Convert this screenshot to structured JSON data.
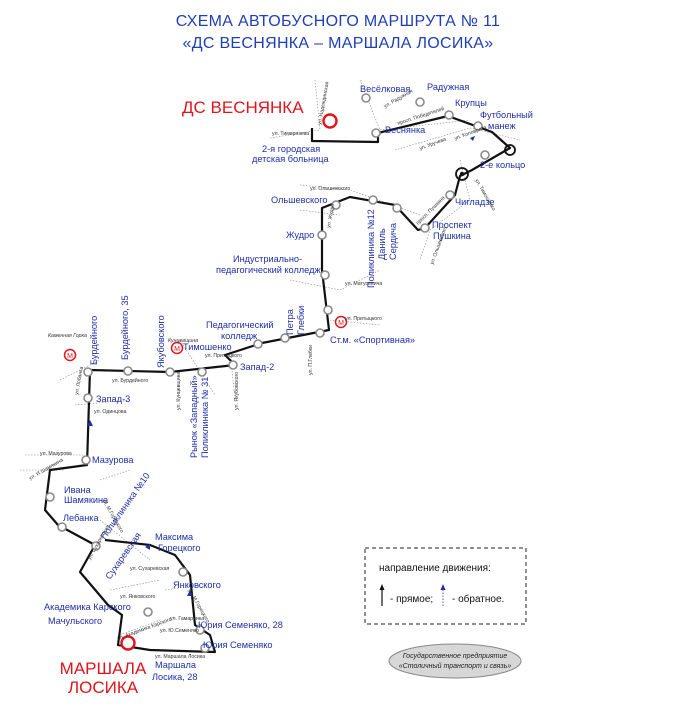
{
  "title": {
    "line1": "СХЕМА АВТОБУСНОГО МАРШРУТА № 11",
    "line2": "«ДС ВЕСНЯНКА – МАРШАЛА ЛОСИКА»"
  },
  "terminals": {
    "start": "ДС ВЕСНЯНКА",
    "end_line1": "МАРШАЛА",
    "end_line2": "ЛОСИКА"
  },
  "stops": {
    "veselkovaya": "Весёлковая",
    "raduzhnaya": "Радужная",
    "kruptsy": "Крупцы",
    "futbolny_1": "Футбольный",
    "futbolny_2": "манеж",
    "vesnyanka": "Веснянка",
    "hospital_1": "2-я городская",
    "hospital_2": "детская больница",
    "koltso": "2-е кольцо",
    "chigladze": "Чигладзе",
    "pushkina_1": "Проспект",
    "pushkina_2": "Пушкина",
    "olshevskogo": "Ольшевского",
    "zhudro": "Жудро",
    "serdicha_1": "Даниль",
    "serdicha_2": "Сердича",
    "poliklinika12": "Поликлиника №12",
    "college_ind_1": "Индустриально-",
    "college_ind_2": "педагогический колледж",
    "sportivnaya": "Ст.м. «Спортивная»",
    "glebki_1": "Петра",
    "glebki_2": "Глебки",
    "college_ped_1": "Педагогический",
    "college_ped_2": "колледж",
    "timoshenko": "Тимошенко",
    "zapad2": "Запад-2",
    "rynok": "Рынок «Западный»",
    "poliklinika31": "Поликлиника № 31",
    "yakubovskogo": "Якубовского",
    "burdeynogo35": "Бурдейного, 35",
    "burdeynogo": "Бурдейного",
    "zapad3": "Запад-3",
    "mazurova": "Мазурова",
    "shamyakina_1": "Ивана",
    "shamyakina_2": "Шамякина",
    "lebanka": "Лебанка",
    "poliklinika10": "Поликлиника №10",
    "sukharevskaya": "Сухаревская",
    "goretskogo_1": "Максима",
    "goretskogo_2": "Горецкого",
    "yankovskogo": "Янковского",
    "karskogo": "Академика Карского",
    "semenyako28_a": "Юрия Семеняко, 28",
    "machulsky": "Мачульского",
    "semenyako": "Юрия Семеняко",
    "losika28_1": "Маршала",
    "losika28_2": "Лосика, 28"
  },
  "streets": {
    "nadezhdinskaya": "ул. Надеждинская",
    "timiryazeva": "ул. Тимирязева",
    "raduzhnaya": "ул. Радужная",
    "pobediteley": "просп. Победителей",
    "urucheva": "ул. Уручева",
    "kolovrat": "ул. Коловрата",
    "timoshenko": "ул. Тимошенко",
    "olshevskogo": "ул. Ольшевского",
    "zhudro": "ул. Жудро",
    "serdicha": "ул. Сердича",
    "pushkina": "просп. Пушкина",
    "olshevskogo2": "ул. Ольшевского",
    "matusevicha": "ул. Матусевича",
    "pritytskogo": "ул. Притыцкого",
    "glebki": "ул. П.Глебки",
    "kuntsevshchina": "ул. Кунцевщина",
    "yakubovskogo": "ул. Якубовского",
    "burdeynogo": "ул. Бурдейного",
    "lobanka": "ул. Лобанка",
    "odintsova": "ул. Одинцова",
    "mazurova": "ул. Мазурова",
    "shamyakina": "ул. И.Шамякина",
    "goretskogo": "ул. М.Горецкого",
    "sukharevskaya": "ул. Сухаревская",
    "yankovskogo": "ул. Янковского",
    "semenyako": "ул. Ю.Семеняко",
    "karskogo": "ул. Академика Карского",
    "losika": "ул. Маршала Лосика",
    "gamarnika": "ул. Гамарника",
    "kamennaya_gorka": "Каменная Горка",
    "kuntsevshchina_metro": "Кунцевщина"
  },
  "metro_symbol": "М",
  "legend": {
    "title": "направление движения:",
    "forward": "- прямое;",
    "backward": "- обратное."
  },
  "publisher": {
    "line1": "Государственное предприятие",
    "line2": "«Столичный транспорт и связь»"
  },
  "colors": {
    "title": "#1f3fb6",
    "stop_label": "#1f2fa8",
    "terminal": "#e0141b",
    "route": "#111111",
    "stop_marker": "#9a9a9a",
    "metro": "#e0141b"
  }
}
